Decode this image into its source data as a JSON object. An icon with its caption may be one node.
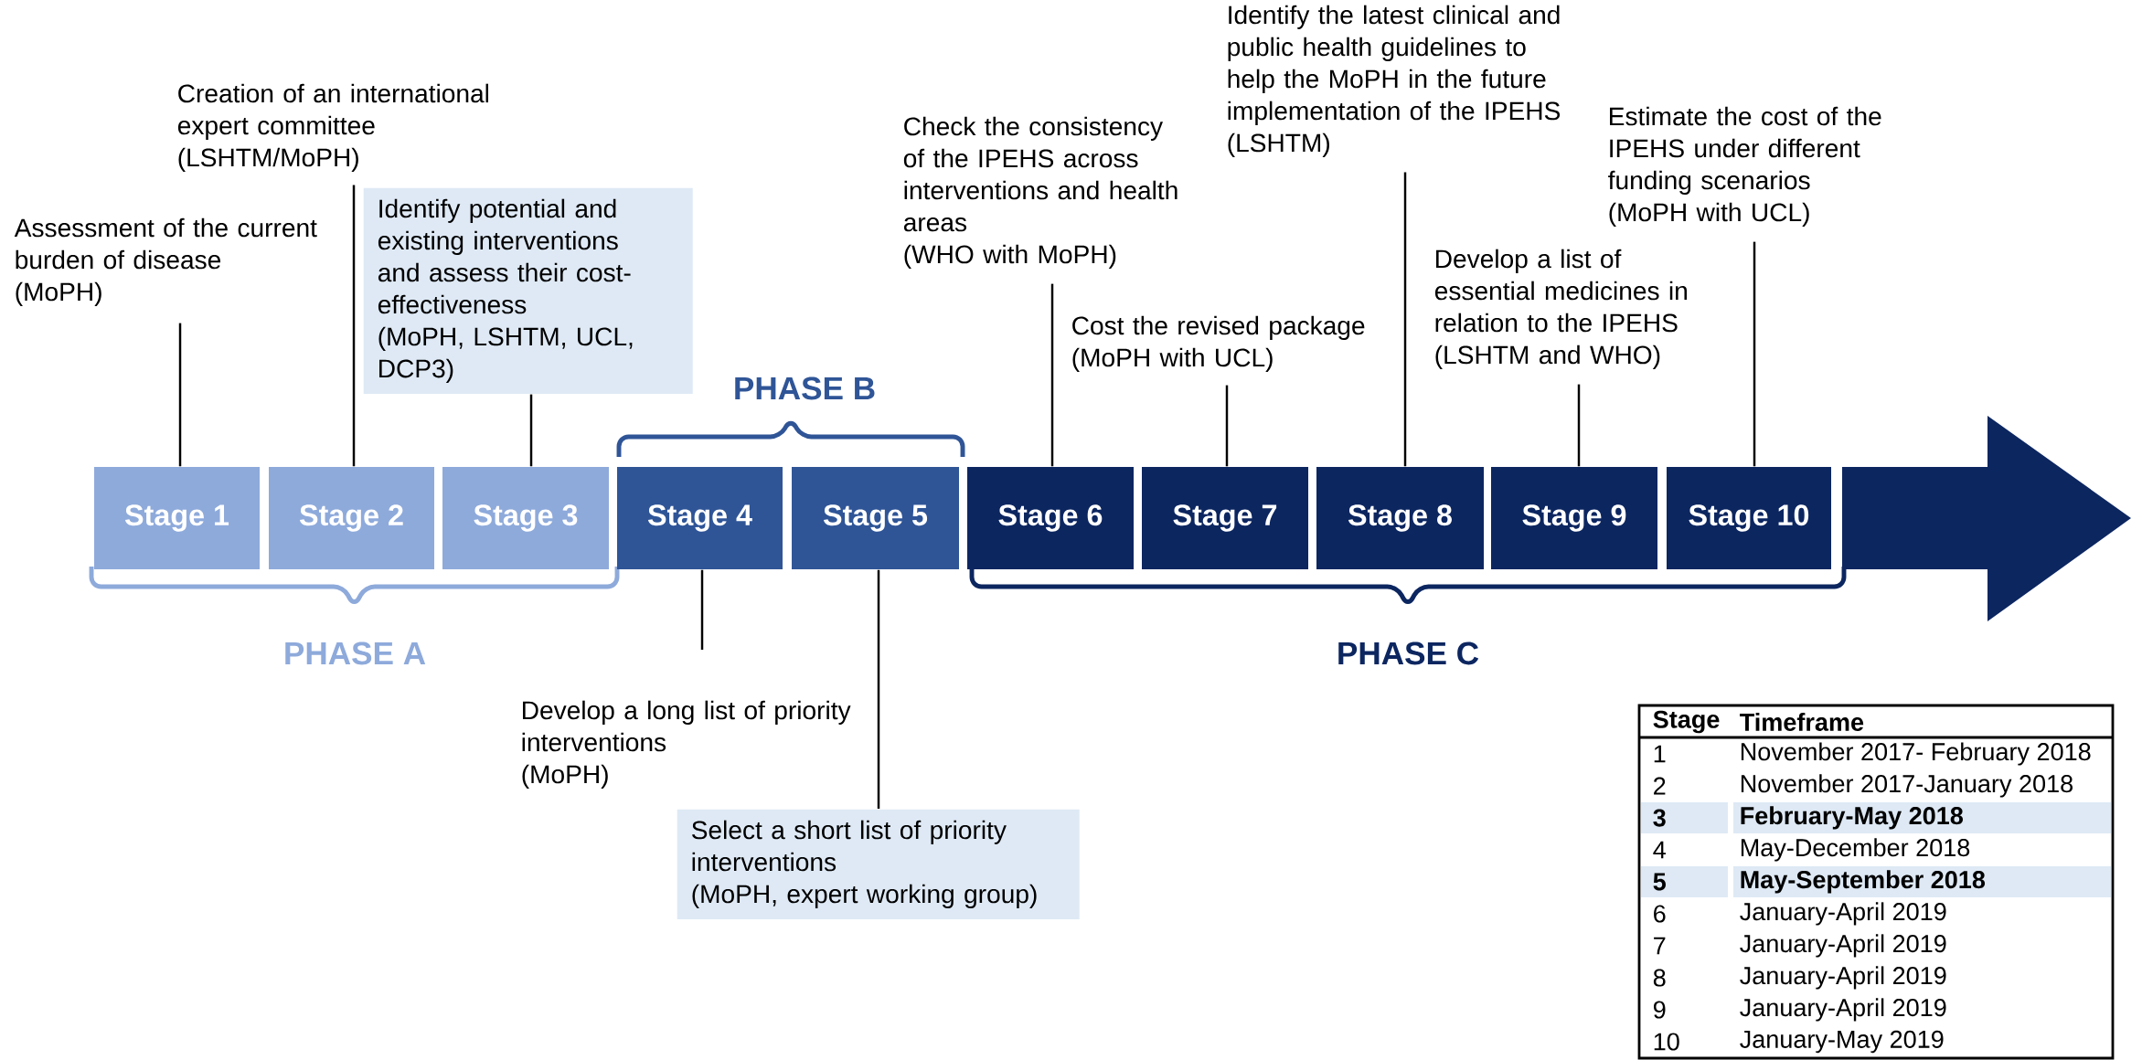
{
  "diagram": {
    "nodes": [
      {
        "text": [
          "Stage 1"
        ]
      },
      {
        "text": [
          "Stage 2"
        ]
      },
      {
        "text": [
          "Stage 3"
        ]
      },
      {
        "text": [
          "Stage 4"
        ]
      },
      {
        "text": [
          "Stage 5"
        ]
      },
      {
        "text": [
          "Stage 6"
        ]
      },
      {
        "text": [
          "Stage 7"
        ]
      },
      {
        "text": [
          "Stage 8"
        ]
      },
      {
        "text": [
          "Stage 9"
        ]
      },
      {
        "text": [
          "Stage 10"
        ]
      },
      {
        "text": [
          "Assessment of the current burden of disease",
          "(MoPH)"
        ]
      },
      {
        "text": [
          "Creation of an international expert committee",
          "(LSHTM/MoPH)"
        ]
      },
      {
        "text": [
          "Identify potential and existing interventions and assess their cost-effectiveness",
          "(MoPH, LSHTM, UCL, DCP3)"
        ]
      },
      {
        "text": [
          "Develop a long list of priority interventions",
          "(MoPH)"
        ]
      },
      {
        "text": [
          "Select a short list of priority interventions",
          "(MoPH, expert working group)"
        ]
      },
      {
        "text": [
          "Check the consistency of the IPEHS across interventions and health areas",
          "(WHO with MoPH)"
        ]
      },
      {
        "text": [
          "Cost the revised package",
          "(MoPH with UCL)"
        ]
      },
      {
        "text": [
          "Identify the latest clinical and public health guidelines to help the MoPH in the future implementation of the IPEHS",
          "(LSHTM)"
        ]
      },
      {
        "text": [
          "Develop a list of essential medicines in relation to the IPEHS",
          "(LSHTM and WHO)"
        ]
      },
      {
        "text": [
          "Estimate the cost of the IPEHS under different funding scenarios",
          "(MoPH with UCL)"
        ]
      }
    ],
    "edges": [
      {
        "from": 10,
        "to": 0,
        "arrow": "none"
      },
      {
        "from": 11,
        "to": 1,
        "arrow": "none"
      },
      {
        "from": 12,
        "to": 2,
        "arrow": "none"
      },
      {
        "from": 13,
        "to": 3,
        "arrow": "none"
      },
      {
        "from": 14,
        "to": 4,
        "arrow": "none"
      },
      {
        "from": 15,
        "to": 5,
        "arrow": "none"
      },
      {
        "from": 16,
        "to": 6,
        "arrow": "none"
      },
      {
        "from": 17,
        "to": 7,
        "arrow": "none"
      },
      {
        "from": 18,
        "to": 8,
        "arrow": "none"
      },
      {
        "from": 19,
        "to": 9,
        "arrow": "none"
      }
    ],
    "labels": [
      "PHASE B",
      "PHASE A",
      "PHASE C",
      "Stage",
      "Timeframe",
      "1",
      "November 2017- February 2018",
      "2",
      "November 2017-January 2018",
      "3",
      "February-May 2018",
      "4",
      "May-December 2018",
      "5",
      "May-September 2018",
      "6",
      "January-April 2019",
      "7",
      "January-April 2019",
      "8",
      "January-April 2019",
      "9",
      "January-April 2019",
      "10",
      "January-May 2019"
    ]
  }
}
